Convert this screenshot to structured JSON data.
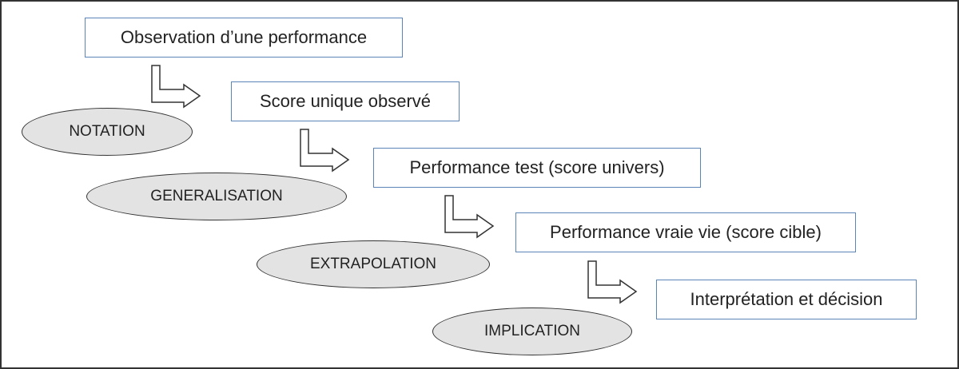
{
  "steps": [
    {
      "label": "Observation d’une performance"
    },
    {
      "label": "Score unique observé"
    },
    {
      "label": "Performance test (score univers)"
    },
    {
      "label": "Performance vraie vie (score cible)"
    },
    {
      "label": "Interprétation et décision"
    }
  ],
  "stages": [
    {
      "label": "NOTATION"
    },
    {
      "label": "GENERALISATION"
    },
    {
      "label": "EXTRAPOLATION"
    },
    {
      "label": "IMPLICATION"
    }
  ],
  "colors": {
    "step_border": "#5b85b8",
    "stage_fill": "#e3e3e3",
    "frame_border": "#333333"
  }
}
